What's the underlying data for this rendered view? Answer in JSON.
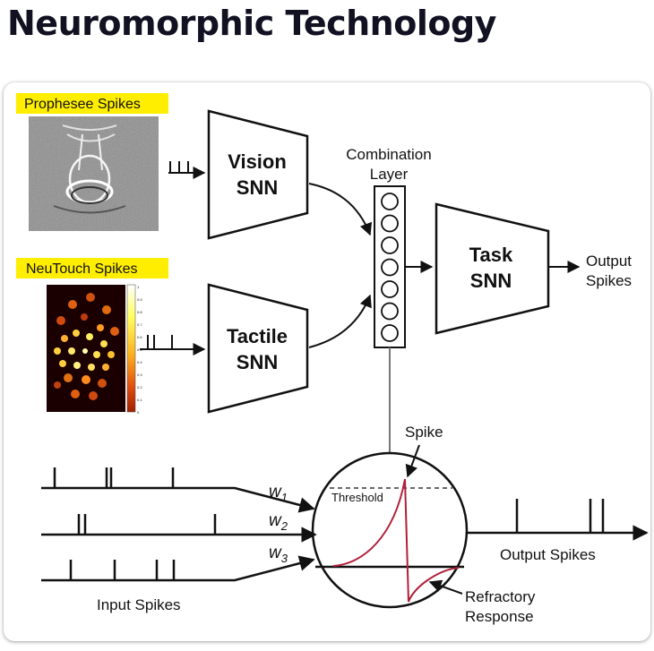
{
  "page": {
    "title": "Neuromorphic Technology"
  },
  "diagram": {
    "vision_input_label": "Prophesee Spikes",
    "tactile_input_label": "NeuTouch Spikes",
    "vision_block": [
      "Vision",
      "SNN"
    ],
    "tactile_block": [
      "Tactile",
      "SNN"
    ],
    "task_block": [
      "Task",
      "SNN"
    ],
    "combination_label": [
      "Combination",
      "Layer"
    ],
    "output_label": [
      "Output",
      "Spikes"
    ],
    "colorbar_ticks": [
      "1",
      "0.9",
      "0.8",
      "0.7",
      "0.6",
      "0.5",
      "0.4",
      "0.3",
      "0.2",
      "0.1",
      "0"
    ],
    "neuron": {
      "spike_label": "Spike",
      "threshold_label": "Threshold",
      "refractory_label": [
        "Refractory",
        "Response"
      ],
      "weights": [
        "w",
        "w",
        "w"
      ],
      "weight_subscripts": [
        "1",
        "2",
        "3"
      ],
      "input_label": "Input Spikes",
      "output_label": "Output Spikes"
    },
    "colors": {
      "highlight": "#ffee00",
      "potential_curve": "#b0203a",
      "heatmap_bg": "#1a0000"
    }
  }
}
